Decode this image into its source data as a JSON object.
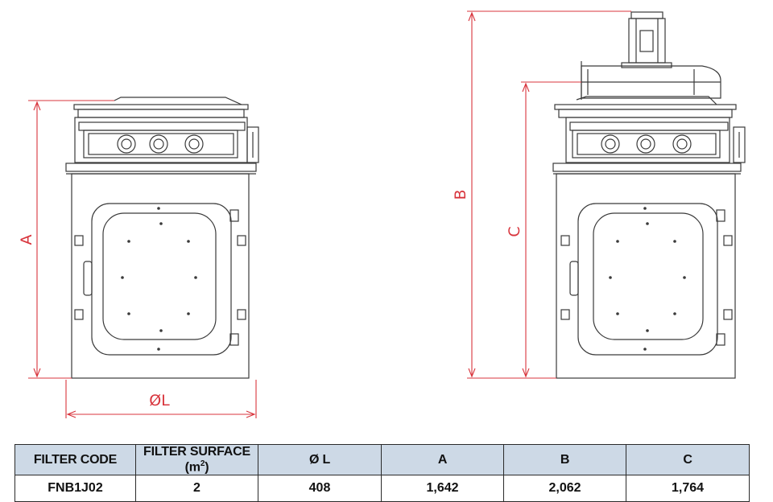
{
  "dimension_labels": {
    "a": "A",
    "l": "ØL",
    "b": "B",
    "c": "C"
  },
  "colors": {
    "dimension_line": "#d8343c",
    "outline": "#3a3a3a",
    "table_header_bg": "#cdd9e6"
  },
  "table": {
    "headers": {
      "filter_code": "FILTER CODE",
      "filter_surface_prefix": "FILTER SURFACE (m",
      "filter_surface_sup": "2",
      "filter_surface_suffix": ")",
      "l": "Ø L",
      "a": "A",
      "b": "B",
      "c": "C"
    },
    "row": {
      "filter_code": "FNB1J02",
      "filter_surface": "2",
      "l": "408",
      "a": "1,642",
      "b": "2,062",
      "c": "1,764"
    }
  }
}
